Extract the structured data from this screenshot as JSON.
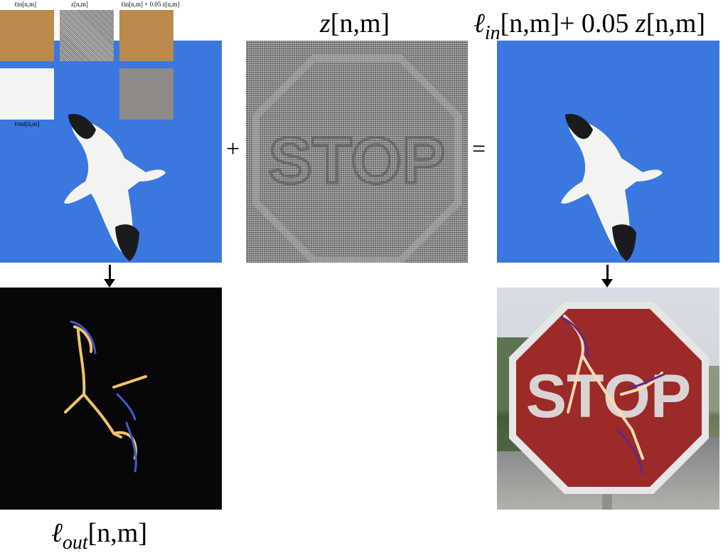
{
  "captions": {
    "noise": {
      "sym": "z",
      "args": "[n,m]"
    },
    "sum": {
      "ell": "ℓ",
      "sub": "in",
      "args": "[n,m]",
      "plus": "+ 0.05",
      "z": "z",
      "zargs": "[n,m]"
    },
    "output": {
      "ell": "ℓ",
      "sub": "out",
      "args": "[n,m]"
    }
  },
  "operators": {
    "plus": "+",
    "equals": "="
  },
  "stop_text": "STOP",
  "thumbnails": {
    "labels": [
      "ℓin[n,m]",
      "z[n,m]",
      "ℓin[n,m] + 0.05 z[n,m]",
      "ℓout[n,m]"
    ]
  },
  "colors": {
    "sky": "#3a78e0",
    "stop_red": "#9c2a28",
    "stop_border": "#e6e6e6",
    "goose_white": "#f3f4f1",
    "goose_black": "#1b1b1e"
  }
}
